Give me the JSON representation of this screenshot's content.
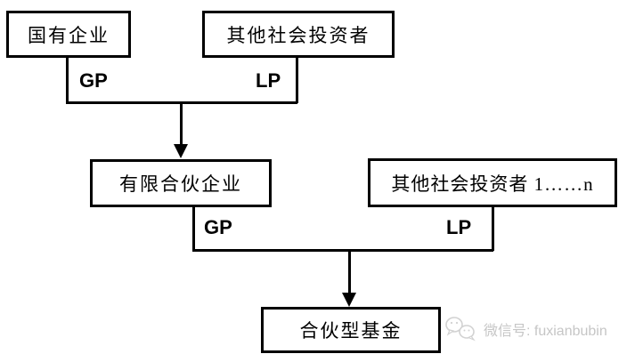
{
  "diagram": {
    "boxes": {
      "state_owned": {
        "label": "国有企业"
      },
      "other_investors_top": {
        "label": "其他社会投资者"
      },
      "limited_partnership": {
        "label": "有限合伙企业"
      },
      "other_investors_n": {
        "label": "其他社会投资者 1……n"
      },
      "partnership_fund": {
        "label": "合伙型基金"
      }
    },
    "edge_labels": {
      "gp_top": "GP",
      "lp_top": "LP",
      "gp_bottom": "GP",
      "lp_bottom": "LP"
    }
  },
  "watermark": {
    "wechat_label": "微信号: fuxianbubin",
    "icon": "wechat-icon"
  },
  "colors": {
    "line": "#000000",
    "background": "#ffffff",
    "watermark_text": "#c6c6c6"
  }
}
